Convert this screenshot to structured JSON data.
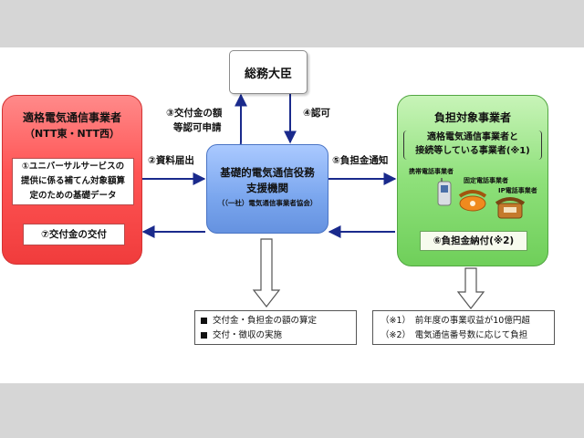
{
  "minister": {
    "label": "総務大臣"
  },
  "provider": {
    "title": "適格電気通信事業者",
    "subtitle": "（NTT東・NTT西）",
    "data_line1": "①ユニバーサルサービスの",
    "data_line2": "提供に係る補てん対象額算",
    "data_line3": "定のための基礎データ",
    "delivery": "⑦交付金の交付"
  },
  "agency": {
    "line1": "基礎的電気通信役務",
    "line2": "支援機関",
    "line3": "（（一社）電気通信事業者協会）"
  },
  "burden": {
    "title": "負担対象事業者",
    "sub_line1": "適格電気通信事業者と",
    "sub_line2": "接続等している事業者(※1)",
    "mobile": "携帯電話事業者",
    "fixed": "固定電話事業者",
    "ip": "IP電話事業者",
    "payment": "⑥負担金納付(※2)"
  },
  "arrows": {
    "step2": "②資料届出",
    "step3_line1": "③交付金の額",
    "step3_line2": "等認可申請",
    "step4": "④認可",
    "step5": "⑤負担金通知"
  },
  "tasks": {
    "item1": "交付金・負担金の額の算定",
    "item2": "交付・徴収の実施"
  },
  "notes": {
    "note1": "（※1）　前年度の事業収益が10億円超",
    "note2": "（※2）　電気通信番号数に応じて負担"
  },
  "colors": {
    "provider_fill": "#ff5555",
    "agency_fill": "#7aa6ee",
    "burden_fill": "#8ee07a",
    "arrow_blue": "#1a2a8c"
  }
}
